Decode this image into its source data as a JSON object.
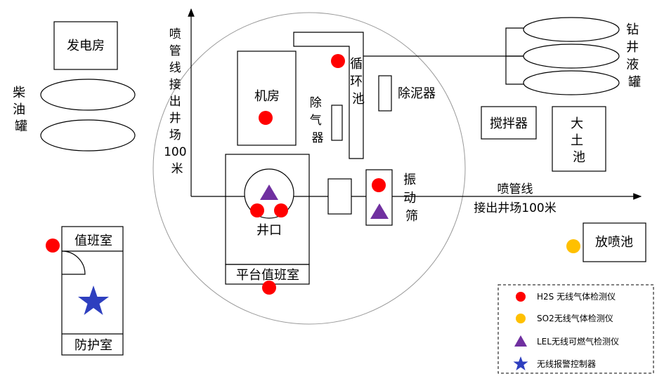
{
  "colors": {
    "h2s": "#ff0000",
    "so2": "#ffc000",
    "lel": "#7030a0",
    "controller": "#2e3fbf",
    "stroke": "#000000",
    "site_circle": "#999999"
  },
  "labels": {
    "generator_room": "发电房",
    "diesel_tank": "柴油罐",
    "engine_room": "机房",
    "degasser": "除气器",
    "circulation_tank": "循环池",
    "desander": "除泥器",
    "drilling_fluid_tank": "钻井液罐",
    "mixer": "搅拌器",
    "earth_pit": "大土池",
    "wellhead": "井口",
    "platform_duty_room": "平台值班室",
    "shale_shaker": "振动筛",
    "duty_room": "值班室",
    "protection_room": "防护室",
    "flare_pit": "放喷池",
    "blowout_line_vertical": "喷管线接出井场100米",
    "blowout_line_horizontal_1": "喷管线",
    "blowout_line_horizontal_2": "接出井场100米"
  },
  "legend": {
    "items": [
      {
        "icon": "red-dot-icon",
        "label": "H2S 无线气体检测仪"
      },
      {
        "icon": "yellow-dot-icon",
        "label": "SO2无线气体检测仪"
      },
      {
        "icon": "purple-triangle-icon",
        "label": "LEL无线可燃气检测仪"
      },
      {
        "icon": "blue-star-icon",
        "label": "无线报警控制器"
      }
    ]
  }
}
